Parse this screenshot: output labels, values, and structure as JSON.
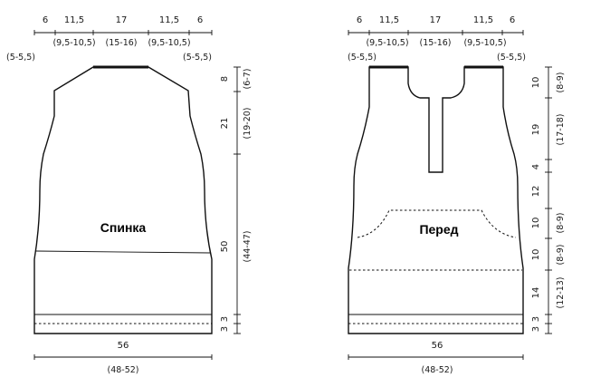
{
  "back": {
    "title": "Спинка",
    "top": {
      "main": [
        "6",
        "11,5",
        "17",
        "11,5",
        "6"
      ],
      "alt": [
        "(9,5-10,5)",
        "(15-16)",
        "(9,5-10,5)"
      ],
      "alt_edges": [
        "(5-5,5)",
        "(5-5,5)"
      ]
    },
    "right": {
      "main": [
        "8",
        "21",
        "50",
        "3",
        "3"
      ],
      "alt": [
        "(6-7)",
        "(19-20)",
        "(44-47)"
      ]
    },
    "bottom": {
      "main": "56",
      "alt": "(48-52)"
    }
  },
  "front": {
    "title": "Перед",
    "top": {
      "main": [
        "6",
        "11,5",
        "17",
        "11,5",
        "6"
      ],
      "alt": [
        "(9,5-10,5)",
        "(15-16)",
        "(9,5-10,5)"
      ],
      "alt_edges": [
        "(5-5,5)",
        "(5-5,5)"
      ]
    },
    "right": {
      "main": [
        "10",
        "19",
        "4",
        "12",
        "10",
        "10",
        "14",
        "3",
        "3"
      ],
      "alt": [
        "(8-9)",
        "(17-18)",
        "(8-9)",
        "(8-9)",
        "(12-13)"
      ]
    },
    "bottom": {
      "main": "56",
      "alt": "(48-52)"
    }
  }
}
